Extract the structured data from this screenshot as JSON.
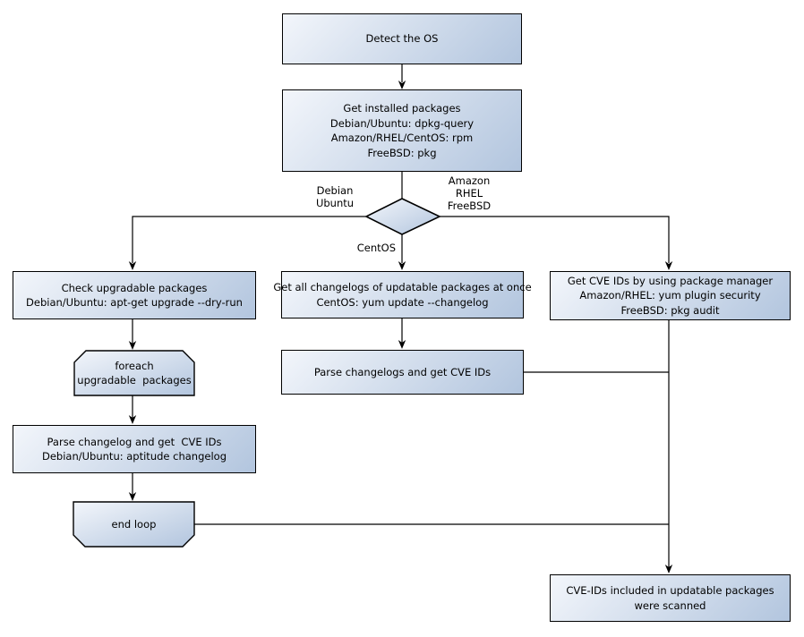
{
  "diagram": {
    "nodes": {
      "detect_os": {
        "label": "Detect the OS"
      },
      "get_installed_packages": {
        "label": "Get installed packages\nDebian/Ubuntu: dpkg-query\nAmazon/RHEL/CentOS: rpm\nFreeBSD: pkg"
      },
      "check_upgradable": {
        "label": "Check upgradable packages\nDebian/Ubuntu: apt-get upgrade --dry-run"
      },
      "foreach_loop_start": {
        "label": "foreach\nupgradable  packages"
      },
      "parse_changelog_debian": {
        "label": "Parse changelog and get  CVE IDs\nDebian/Ubuntu: aptitude changelog"
      },
      "loop_end": {
        "label": "end loop"
      },
      "get_all_changelogs_centos": {
        "label": "Get all changelogs of updatable packages at once\nCentOS: yum update --changelog"
      },
      "parse_changelogs": {
        "label": "Parse changelogs and get CVE IDs"
      },
      "get_cve_ids_pkg_manager": {
        "label": "Get CVE IDs by using package manager\nAmazon/RHEL: yum plugin security\nFreeBSD: pkg audit"
      },
      "result_scanned": {
        "label": "CVE-IDs included in updatable packages\nwere scanned"
      }
    },
    "edge_labels": {
      "debian_ubuntu": "Debian\nUbuntu",
      "amazon_rhel_freebsd": "Amazon\nRHEL\nFreeBSD",
      "centos": "CentOS"
    },
    "colors": {
      "background": "#ffffff",
      "node_fill_start": "#f3f6fb",
      "node_fill_end": "#b2c5de",
      "node_border": "#000000",
      "edge": "#000000"
    }
  }
}
